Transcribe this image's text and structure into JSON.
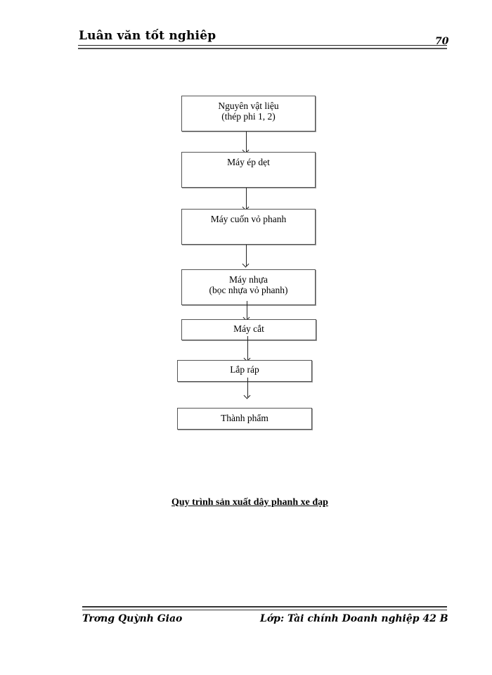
{
  "header": {
    "title": "Luân văn tốt nghiêp",
    "page_number": "70"
  },
  "flowchart": {
    "steps": [
      {
        "line1": "Nguyên vật liệu",
        "line2": "(thép phi 1, 2)"
      },
      {
        "line1": "Máy ép dẹt",
        "line2": ""
      },
      {
        "line1": "Máy cuốn vỏ phanh",
        "line2": ""
      },
      {
        "line1": "Máy nhựa",
        "line2": "(bọc nhựa vỏ phanh)"
      },
      {
        "line1": "Máy cắt",
        "line2": ""
      },
      {
        "line1": "Lắp ráp",
        "line2": ""
      },
      {
        "line1": "Thành phẩm",
        "line2": ""
      }
    ]
  },
  "caption": "Quy trình sản xuất dây phanh xe đạp",
  "footer": {
    "author": "Trơng  Quỳnh Giao",
    "class": "Lớp: Tài chính Doanh nghiệp 42 B"
  }
}
